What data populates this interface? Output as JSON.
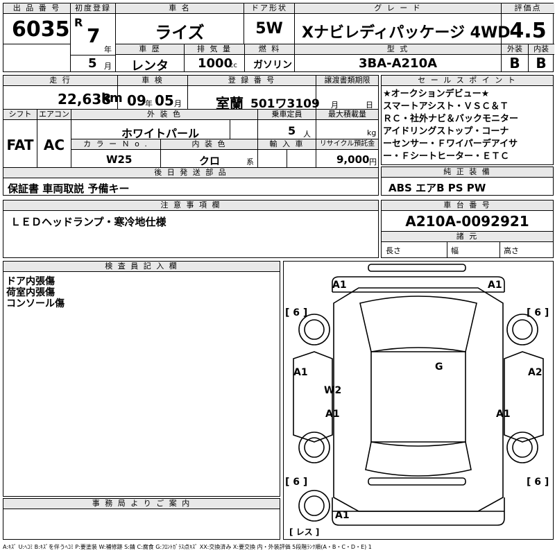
{
  "header_row1": {
    "lot_no_label": "出 品 番 号",
    "lot_no": "6035",
    "first_reg_label": "初度登録",
    "era": "R",
    "year": "7",
    "year_unit": "年",
    "month": "5",
    "month_unit": "月",
    "car_name_label": "車 名",
    "car_name": "ライズ",
    "door_label": "ドア形状",
    "door": "5W",
    "grade_label": "グ レ ー ド",
    "grade": "Xナビレディパッケージ 4WD",
    "score_label": "評価点",
    "score": "4.5",
    "history_label": "車 歴",
    "history": "レンタ",
    "displacement_label": "排 気 量",
    "displacement": "1000",
    "displacement_unit": "cc",
    "fuel_label": "燃 料",
    "fuel": "ガソリン",
    "model_label": "型 式",
    "model": "3BA-A210A",
    "ext_label": "外装",
    "ext": "B",
    "int_label": "内装",
    "int": "B"
  },
  "header_row2": {
    "mileage_label": "走 行",
    "mileage": "22,638",
    "mileage_unit": "km",
    "inspection_label": "車 検",
    "insp_year": "09",
    "insp_year_unit": "年",
    "insp_month": "05",
    "insp_month_unit": "月",
    "plate_label": "登 録 番 号",
    "plate_region": "室蘭",
    "plate_no": "501ワ3109",
    "transfer_label": "譲渡書類期限",
    "transfer_month": "月",
    "transfer_day": "日",
    "selling_label": "セ ー ル ス ポ イ ン ト",
    "selling_text": [
      "★オークションデビュー★",
      "スマートアシスト・ＶＳＣ＆Ｔ",
      "ＲＣ・社外ナビ＆バックモニター",
      "アイドリングストップ・コーナ",
      "ーセンサー・Ｆワイパーデアイサ",
      "ー・Ｆシートヒーター・ＥＴＣ"
    ],
    "shift_label": "シフト",
    "shift": "FAT",
    "ac_label": "エアコン",
    "ac": "AC",
    "color_label": "外 装 色",
    "color": "ホワイトパール",
    "capacity_label": "乗車定員",
    "capacity": "5",
    "capacity_unit": "人",
    "load_label": "最大積載量",
    "load_unit": "kg",
    "color_no_label": "カ ラ ー Ｎ o .",
    "color_no": "W25",
    "interior_color_label": "内 装 色",
    "interior_color": "クロ",
    "interior_unit": "系",
    "import_label": "輸 入 車",
    "recycle_label": "リサイクル預託金",
    "recycle": "9,000",
    "recycle_unit": "円",
    "later_label": "後 日 発 送 部 品",
    "later_items": "保証書 車両取説 予備キー",
    "equip_label": "純 正 装 備",
    "equip": "ABS エアB PS PW"
  },
  "notes": {
    "caution_label": "注 意 事 項 欄",
    "caution": "ＬＥＤヘッドランプ・寒冷地仕様",
    "chassis_label": "車 台 番 号",
    "chassis": "A210A-0092921",
    "spec_label": "諸 元",
    "length_label": "長さ",
    "width_label": "幅",
    "height_label": "高さ"
  },
  "inspector": {
    "label": "検 査 員 記 入 欄",
    "lines": [
      "ドア内張傷",
      "荷室内張傷",
      "コンソール傷"
    ]
  },
  "diagram": {
    "marks": {
      "front_left": "A1",
      "front_right": "A1",
      "tire_fl": "[ 6 ]",
      "tire_fr": "[ 6 ]",
      "tire_rl": "[ 6 ]",
      "tire_rr": "[ 6 ]",
      "fender_left": "A1",
      "fender_right": "A2",
      "roof": "G",
      "door_fl": "W2",
      "door_rl": "A1",
      "door_rr": "A1",
      "rear": "A1",
      "spare": "[ レス ]"
    }
  },
  "office": {
    "label": "事 務 局 よ り ご 案 内",
    "text": ""
  },
  "legend": "A:ｷｽﾞ U:ﾍｺﾐ B:ｷｽﾞを伴うﾍｺﾐ P:要塗装 W:補修跡 S:錆 C:腐食 G:ﾌﾛﾝﾄｶﾞﾗｽ点ｷｽﾞ XX:交換済み X:要交換 内・外装評価 5段階ﾗﾝｸ順(A・B・C・D・E) 1"
}
